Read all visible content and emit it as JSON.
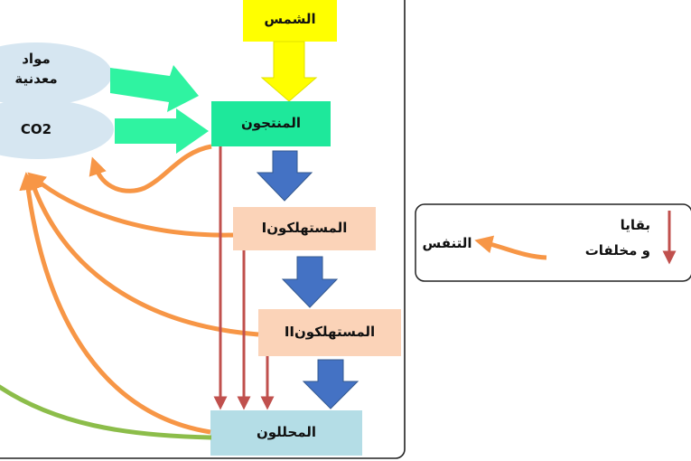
{
  "nodes": {
    "sun": "الشمس",
    "producer": "المنتجون",
    "consumer1": "المستهلكونI",
    "consumer2": "المستهلكونII",
    "decomposer": "المحللون",
    "minerals_line1": "مواد",
    "minerals_line2": "معدنية",
    "co2": "CO2"
  },
  "legend": {
    "remains_line1": "بقايا",
    "remains_line2": "و مخلفات",
    "respiration": "التنفس"
  },
  "colors": {
    "sun": "#ffff00",
    "producer": "#1ee89b",
    "consumer": "#fbd3b8",
    "decomposer": "#b4dde6",
    "nutrient_ellipse": "#d6e6f1",
    "energy_arrow": "#4472c4",
    "remains_arrow": "#c0504d",
    "respiration_arrow": "#f79646",
    "green_line": "#8cbd4a",
    "teal_arrow": "#2ff3a1"
  }
}
